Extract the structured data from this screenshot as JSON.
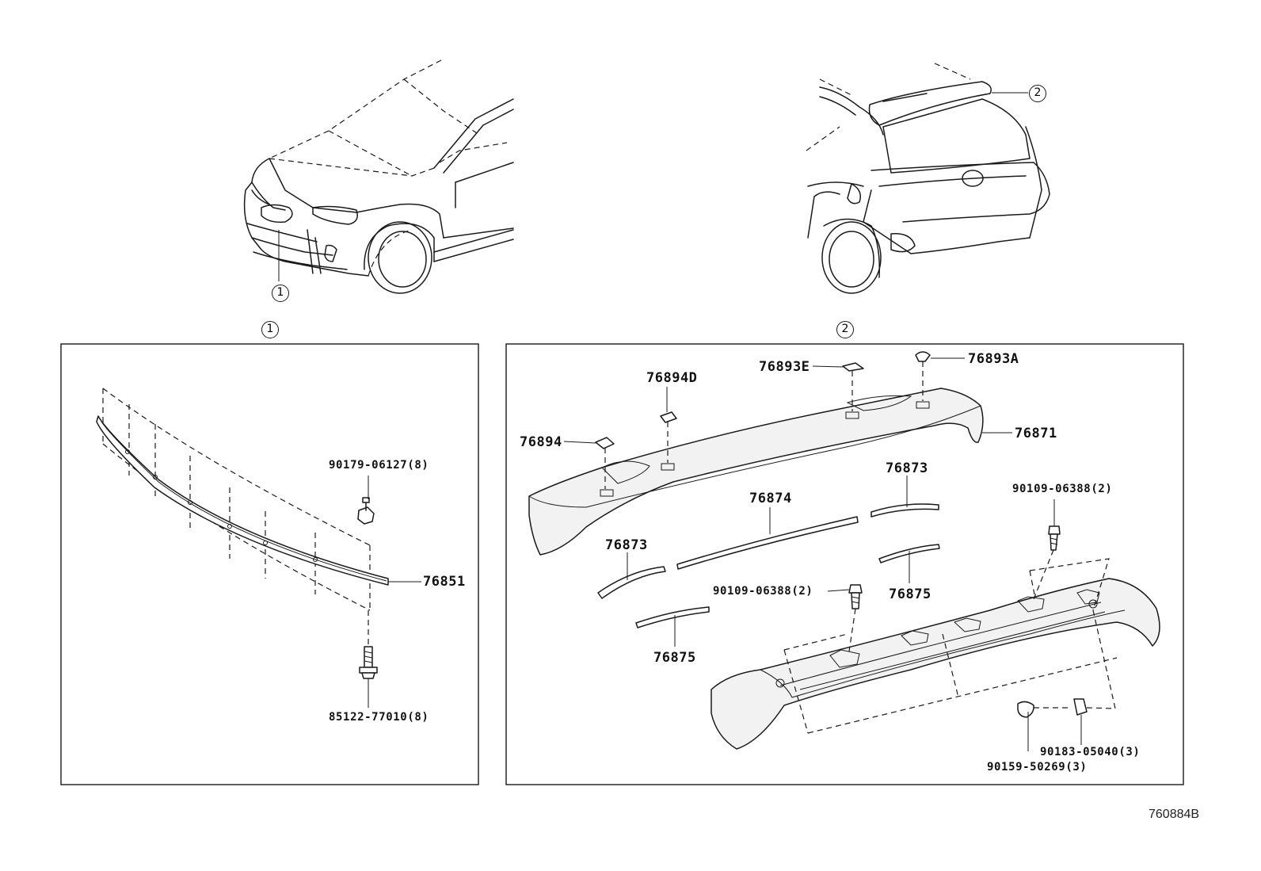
{
  "callouts": {
    "front": "1",
    "rear": "2",
    "box_left": "1",
    "box_right": "2"
  },
  "left_panel": {
    "parts": {
      "p76851": "76851",
      "p90179": "90179-06127(8)",
      "p85122": "85122-77010(8)"
    }
  },
  "right_panel": {
    "parts": {
      "p76894": "76894",
      "p76894D": "76894D",
      "p76893E": "76893E",
      "p76893A": "76893A",
      "p76871": "76871",
      "p76873a": "76873",
      "p76874": "76874",
      "p76873b": "76873",
      "p76875a": "76875",
      "p76875b": "76875",
      "p90109a": "90109-06388(2)",
      "p90109b": "90109-06388(2)",
      "p90183": "90183-05040(3)",
      "p90159": "90159-50269(3)"
    }
  },
  "diagram_code": "760884B"
}
